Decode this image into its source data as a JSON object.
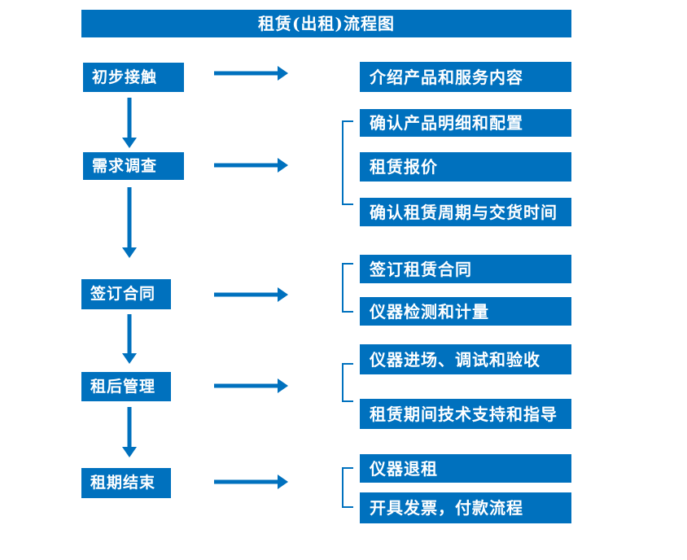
{
  "title": "租赁(出租)流程图",
  "colors": {
    "primary": "#0071BE",
    "box_text": "#FFFFFF",
    "bg": "#FFFFFF"
  },
  "steps": [
    {
      "label": "初步接触",
      "outputs": [
        "介绍产品和服务内容"
      ]
    },
    {
      "label": "需求调查",
      "outputs": [
        "确认产品明细和配置",
        "租赁报价",
        "确认租赁周期与交货时间"
      ]
    },
    {
      "label": "签订合同",
      "outputs": [
        "签订租赁合同",
        "仪器检测和计量"
      ]
    },
    {
      "label": "租后管理",
      "outputs": [
        "仪器进场、调试和验收",
        "租赁期间技术支持和指导"
      ]
    },
    {
      "label": "租期结束",
      "outputs": [
        "仪器退租",
        "开具发票，付款流程"
      ]
    }
  ]
}
